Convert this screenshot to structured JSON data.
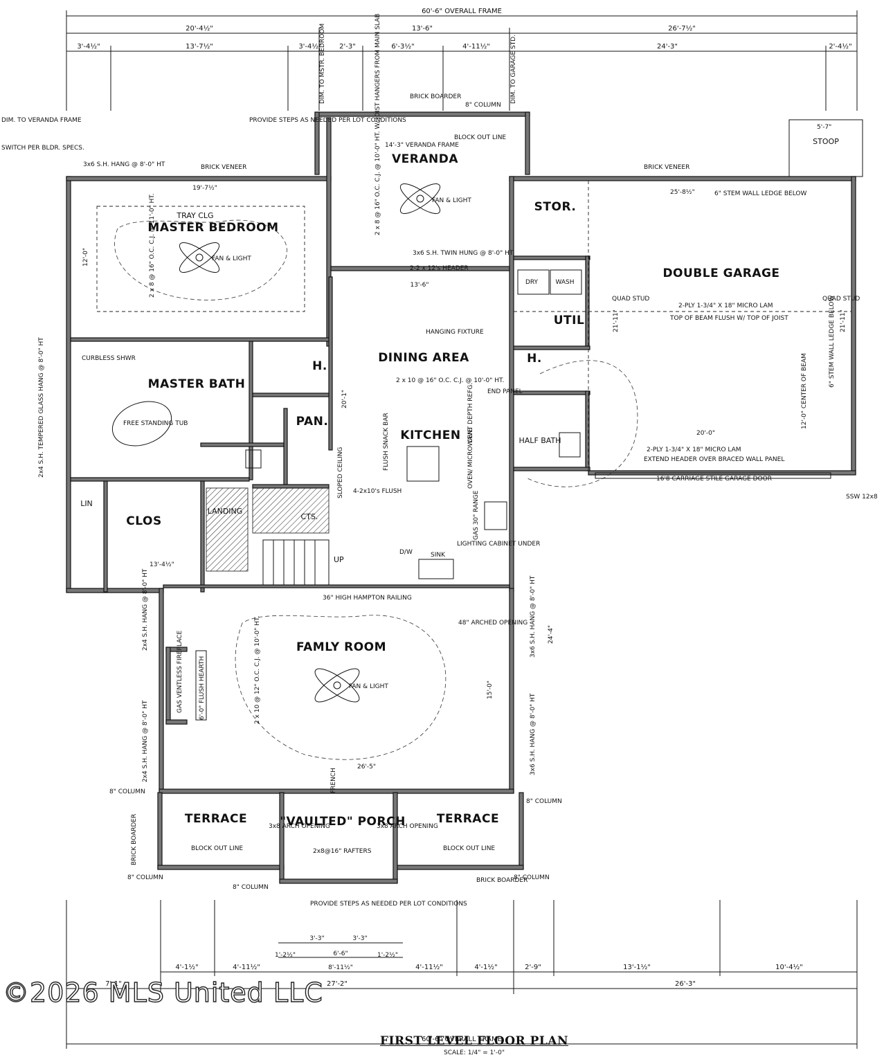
{
  "drawing": {
    "title": "FIRST LEVEL FLOOR PLAN",
    "scale": "SCALE: 1/4\" = 1'-0\"",
    "watermark": "©2026 MLS United LLC"
  },
  "rooms": {
    "master_bedroom": "MASTER BEDROOM",
    "tray_ceiling": "TRAY CLG",
    "veranda": "VERANDA",
    "stor": "STOR.",
    "double_garage": "DOUBLE GARAGE",
    "dining_area": "DINING AREA",
    "kitchen": "KITCHEN",
    "master_bath": "MASTER BATH",
    "pan": "PAN.",
    "util": "UTIL",
    "half_bath": "HALF BATH",
    "clos": "CLOS",
    "landing": "LANDING",
    "cts": "CTS.",
    "family_room": "FAMLY ROOM",
    "porch": "\"VAULTED\" PORCH",
    "terrace_left": "TERRACE",
    "terrace_right": "TERRACE",
    "stoop": "STOOP",
    "dry": "DRY",
    "wash": "WASH",
    "lin": "LIN",
    "h_left": "H.",
    "h_right": "H."
  },
  "dimensions": {
    "overall_top": "60'-6\" OVERALL FRAME",
    "overall_bottom": "60'-6\" OVERALL FRAME",
    "top_row2": [
      "20'-4½\"",
      "13'-6\"",
      "26'-7½\""
    ],
    "top_row3": [
      "3'-4½\"",
      "13'-7½\"",
      "3'-4½\"",
      "2'-3\"",
      "6'-3½\"",
      "4'-11½\"",
      "24'-3\"",
      "2'-4½\""
    ],
    "bottom_row1": [
      "4'-1½\"",
      "4'-11½\"",
      "4'-11½\"",
      "4'-1½\"",
      "2'-9\"",
      "13'-1½\"",
      "10'-4½\""
    ],
    "bottom_row2": [
      "7'-1\"",
      "27'-2\"",
      "26'-3\""
    ],
    "porch_dims": [
      "3'-3\"",
      "3'-3\"",
      "6'-6\"",
      "1'-2½\"",
      "8'-11½\"",
      "1'-2½\""
    ],
    "veranda_frame": "14'-3\" VERANDA FRAME",
    "mb_width": "19'-7½\"",
    "dining_width": "13'-6\"",
    "family_width": "26'-5\"",
    "garage_width": "25'-8½\"",
    "garage_door_width": "20'-0\"",
    "stoop_width": "5'-7\"",
    "mb_side": "12'-0\"",
    "clos_width": "13'-4½\"",
    "fam_side": "15'-0\"",
    "fam_right": "24'-4\"",
    "dining_side": "20'-1\"",
    "garage_side_left": "21'-11\"",
    "garage_side_right": "21'-11\""
  },
  "notes": {
    "dim_veranda_frame": "DIM. TO VERANDA FRAME",
    "switch": "SWITCH PER BLDR. SPECS.",
    "steps_top": "PROVIDE STEPS AS NEEDED PER LOT CONDITIONS",
    "steps_bottom": "PROVIDE STEPS AS NEEDED PER LOT CONDITIONS",
    "brick_boarder": "BRICK BOARDER",
    "column_8": "8\" COLUMN",
    "dim_mstr": "DIM. TO MSTR. BEDROOM",
    "dim_garage": "DIM. TO GARAGE STD.",
    "block_out": "BLOCK OUT LINE",
    "brick_veneer": "BRICK VENEER",
    "window_mb": "3x6 S.H. HANG @ 8'-0\" HT",
    "veranda_joist": "2 x 8 @ 16\" O.C. C.J. @ 10'-0\" HT. W/ JOIST HANGERS FROM MAIN SLAB",
    "fan_light": "FAN & LIGHT",
    "twin_hung": "3x6 S.H. TWIN HUNG @ 8'-0\" HT.",
    "header": "2-2 x 12's HEADER",
    "mb_joist": "2 x 8 @ 16\" O.C. C.J. @ 11'-0\" HT.",
    "hanging_fixture": "HANGING FIXTURE",
    "dining_joist": "2 x 10 @ 16\" O.C. C.J. @ 10'-0\" HT.",
    "micro_lam_top": "2-PLY 1-3/4\" X 18\" MICRO LAM",
    "beam_flush": "TOP OF BEAM FLUSH W/ TOP OF JOIST",
    "micro_lam_bottom": "2-PLY 1-3/4\" X 18\" MICRO LAM",
    "extend_header": "EXTEND HEADER OVER BRACED WALL PANEL",
    "garage_door": "16'8 CARRIAGE STILE GARAGE DOOR",
    "center_beam": "12'-0\" CENTER OF BEAM",
    "stem_wall_top": "6\" STEM WALL LEDGE BELOW",
    "stem_wall_side": "6\" STEM WALL LEDGE BELOW",
    "quad_stud": "QUAD STUD",
    "free_tub": "FREE STANDING TUB",
    "shower": "CURBLESS SHWR",
    "snack_bar": "FLUSH SNACK BAR",
    "depth_refg": "CENT DEPTH REFG.",
    "oven": "OVEN/ MICROWAVE",
    "range": "GAS 30\" RANGE",
    "lighting": "LIGHTING CABINET UNDER",
    "sink": "SINK",
    "dw": "D/W",
    "arched": "48\" ARCHED OPENING",
    "railing": "36\" HIGH HAMPTON RAILING",
    "fireplace": "GAS VENTLESS FIREPLACE",
    "hearth": "6'-0\" FLUSH HEARTH",
    "fam_joist": "2 x 10 @ 12\" O.C. C.J. @ 10'-0\" HT.",
    "french": "FRENCH",
    "porch_arch_left": "3x8 ARCH OPENING",
    "porch_arch_right": "3x8 ARCH OPENING",
    "rafters": "2x8@16\" RAFTERS",
    "ssw": "SSW 12x8",
    "up": "UP",
    "sloped": "SLOPED CEILING",
    "flush_beam": "4-2x10's FLUSH",
    "tempered": "2x4 S.H. TEMPERED GLASS HANG @ 8'-0\" HT",
    "window_side": "2x4 S.H. HANG @ 8'-0\" HT",
    "window_right": "3x6 S.H. HANG @ 8'-0\" HT",
    "end_panel": "END PANEL"
  }
}
